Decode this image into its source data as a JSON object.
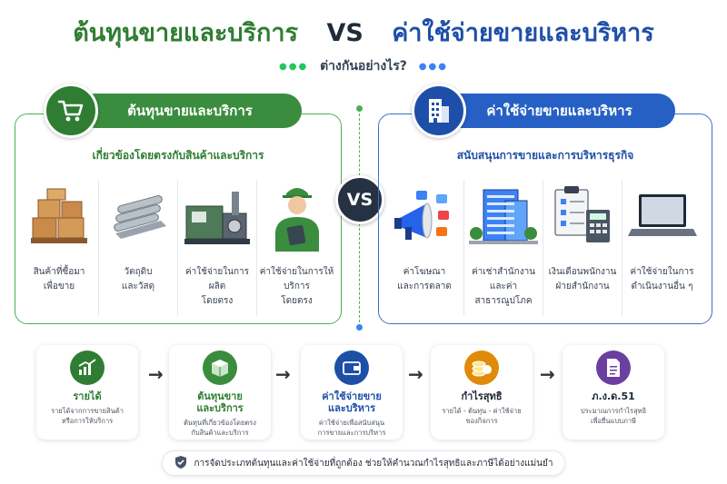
{
  "header": {
    "title_left": "ต้นทุนขายและบริการ",
    "vs": "VS",
    "title_right": "ค่าใช้จ่ายขายและบริหาร",
    "subtitle": "ต่างกันอย่างไร?"
  },
  "left_panel": {
    "heading": "ต้นทุนขายและบริการ",
    "subheading": "เกี่ยวข้องโดยตรงกับสินค้าและบริการ",
    "items": [
      {
        "icon": "boxes-icon",
        "label": "สินค้าที่ซื้อมา\nเพื่อขาย"
      },
      {
        "icon": "steel-pipes-icon",
        "label": "วัตถุดิบ\nและวัสดุ"
      },
      {
        "icon": "machine-icon",
        "label": "ค่าใช้จ่ายในการผลิต\nโดยตรง"
      },
      {
        "icon": "worker-icon",
        "label": "ค่าใช้จ่ายในการให้บริการ\nโดยตรง"
      }
    ]
  },
  "vs_label": "VS",
  "right_panel": {
    "heading": "ค่าใช้จ่ายขายและบริหาร",
    "subheading": "สนับสนุนการขายและการบริหารธุรกิจ",
    "items": [
      {
        "icon": "megaphone-icon",
        "label": "ค่าโฆษณา\nและการตลาด"
      },
      {
        "icon": "office-building-icon",
        "label": "ค่าเช่าสำนักงาน\nและค่าสาธารณูปโภค"
      },
      {
        "icon": "payroll-icon",
        "label": "เงินเดือนพนักงาน\nฝ่ายสำนักงาน"
      },
      {
        "icon": "laptop-icon",
        "label": "ค่าใช้จ่ายในการ\nดำเนินงานอื่น ๆ"
      }
    ]
  },
  "flow": [
    {
      "icon": "growth-chart-icon",
      "title": "รายได้",
      "desc": "รายได้จากการขายสินค้า\nหรือการให้บริการ",
      "color": "#2f7d32"
    },
    {
      "icon": "box-icon",
      "title": "ต้นทุนขาย\nและบริการ",
      "desc": "ต้นทุนที่เกี่ยวข้องโดยตรง\nกับสินค้าและบริการ",
      "color": "#3a8d3e"
    },
    {
      "icon": "wallet-icon",
      "title": "ค่าใช้จ่ายขาย\nและบริหาร",
      "desc": "ค่าใช้จ่ายเพื่อสนับสนุน\nการขายและการบริหาร",
      "color": "#1e4fa8"
    },
    {
      "icon": "coins-icon",
      "title": "กำไรสุทธิ",
      "desc": "รายได้ - ต้นทุน - ค่าใช้จ่าย\nของกิจการ",
      "color": "#e08a0b"
    },
    {
      "icon": "tax-document-icon",
      "title": "ภ.ง.ด.51",
      "desc": "ประมาณการกำไรสุทธิ\nเพื่อยื่นแบบภาษี",
      "color": "#6b3fa0"
    }
  ],
  "flow_arrow": "→",
  "footer_text": "การจัดประเภทต้นทุนและค่าใช้จ่ายที่ถูกต้อง ช่วยให้คำนวณกำไรสุทธิและภาษีได้อย่างแม่นยำ",
  "colors": {
    "green": "#2f7d32",
    "blue": "#1e4fa8",
    "dark": "#263143"
  }
}
